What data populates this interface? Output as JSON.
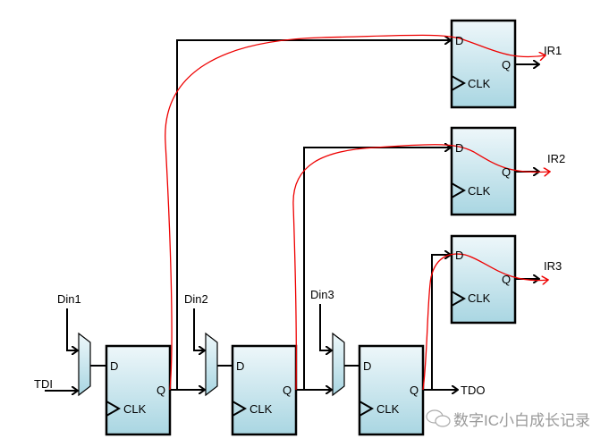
{
  "inputs": {
    "tdi": "TDI",
    "din1": "Din1",
    "din2": "Din2",
    "din3": "Din3"
  },
  "output": "TDO",
  "flipflop_pins": {
    "d": "D",
    "q": "Q",
    "clk": "CLK"
  },
  "registers": [
    "IR1",
    "IR2",
    "IR3"
  ],
  "colors": {
    "fill_top": "#eef7fa",
    "fill_bottom": "#a9d6e2",
    "path": "#e00000"
  },
  "watermark": "数字IC小白成长记录"
}
